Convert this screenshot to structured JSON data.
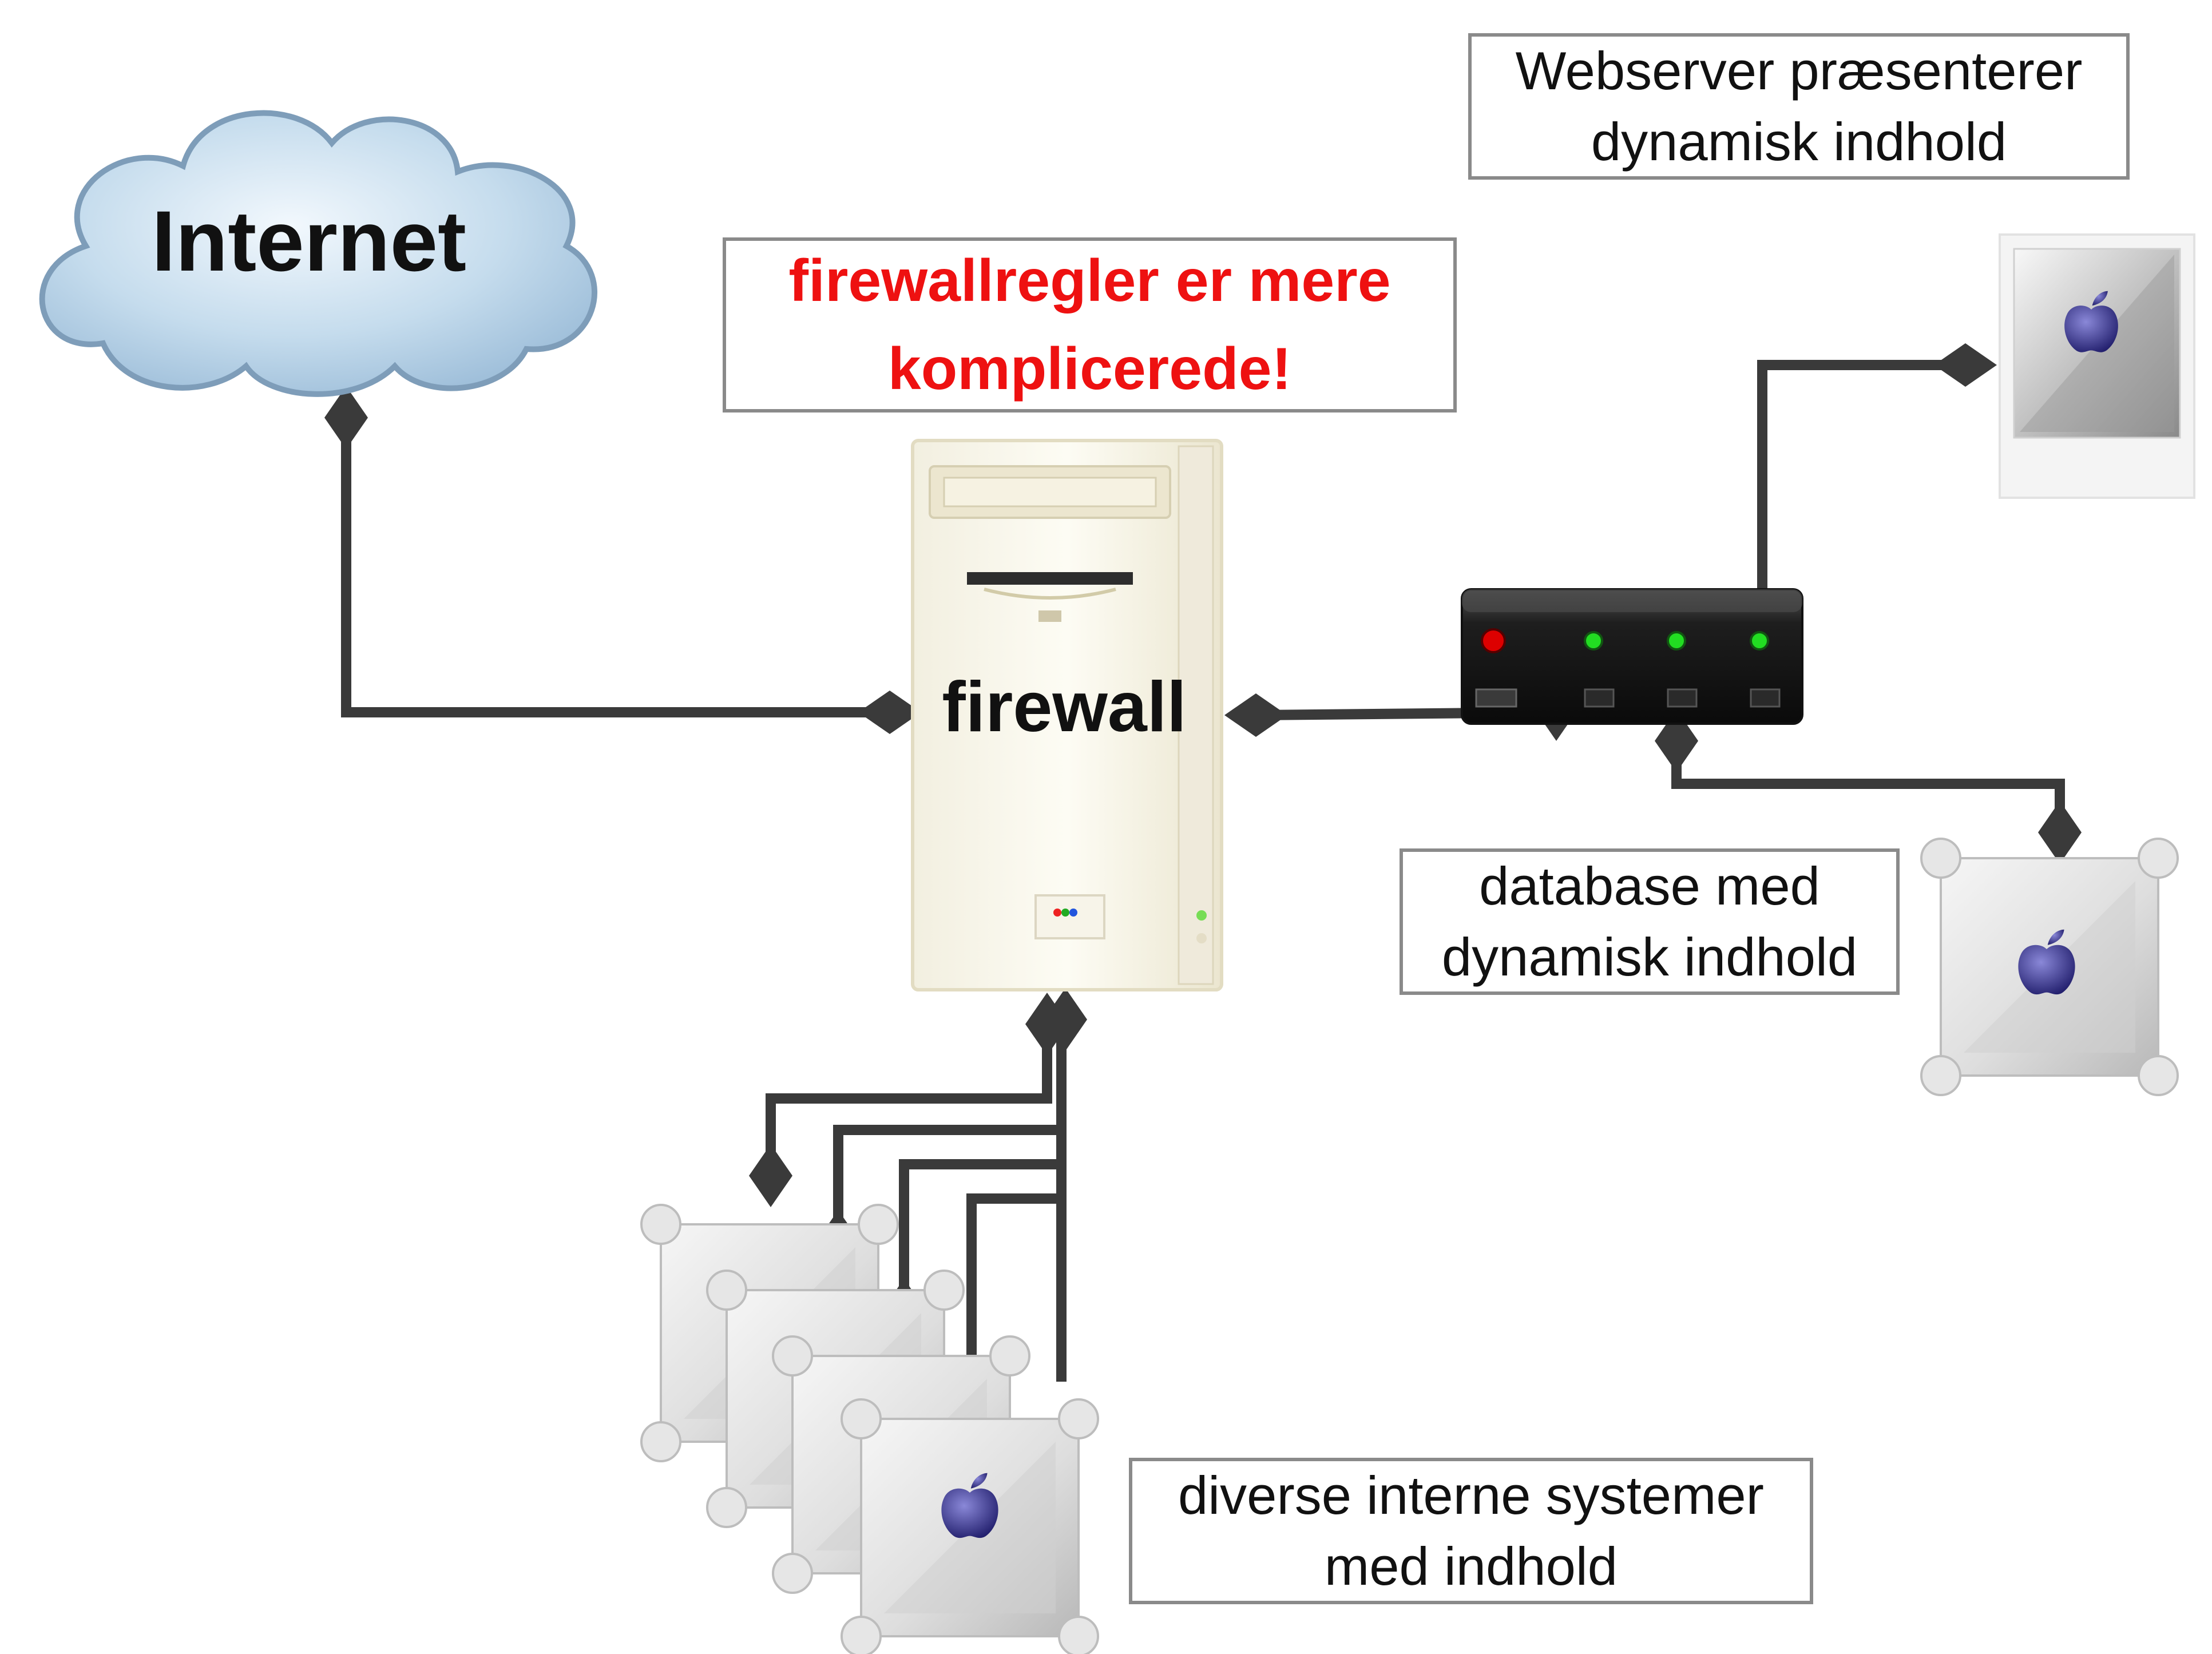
{
  "nodes": {
    "internet": {
      "label": "Internet",
      "icon": "cloud-icon"
    },
    "firewall": {
      "label": "firewall",
      "icon": "tower-computer-icon"
    },
    "switch": {
      "icon": "network-switch-icon"
    },
    "webserver": {
      "icon": "server-icon"
    },
    "database": {
      "icon": "server-icon"
    },
    "internal": {
      "icon": "server-stack-icon"
    }
  },
  "labels": {
    "webserver": [
      "Webserver præsenterer",
      "dynamisk indhold"
    ],
    "warning": [
      "firewallregler er mere",
      "komplicerede!"
    ],
    "database": [
      "database med",
      "dynamisk indhold"
    ],
    "internal": [
      "diverse interne systemer",
      "med indhold"
    ]
  },
  "colors": {
    "warning_text": "#ee1111",
    "line": "#3a3a3a",
    "cloud_fill": "#c5dced",
    "cloud_stroke": "#7e9db9",
    "led_red": "#dd0000",
    "led_green": "#22dd22"
  }
}
